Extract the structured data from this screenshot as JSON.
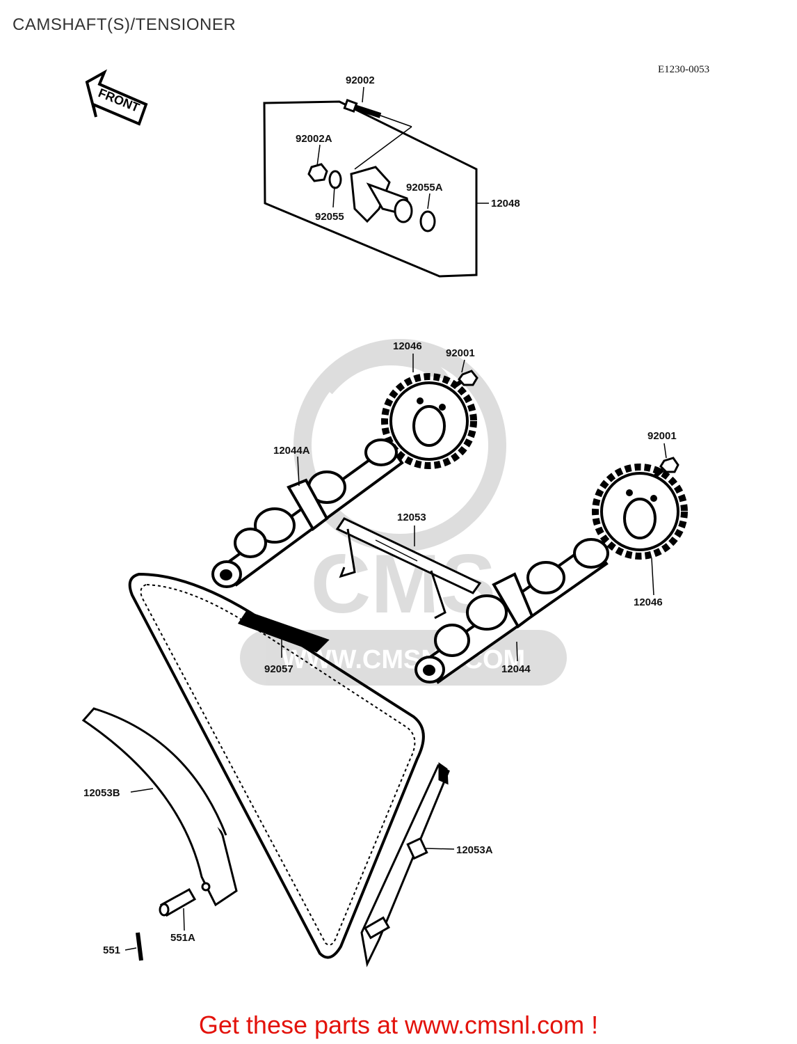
{
  "title": "CAMSHAFT(S)/TENSIONER",
  "diagram_code": "E1230-0053",
  "front_label": "FRONT",
  "watermark": {
    "text": "CMS",
    "url_text": "WWW.CMSNL.COM"
  },
  "parts": {
    "p92002": "92002",
    "p92002A": "92002A",
    "p92055": "92055",
    "p92055A": "92055A",
    "p12048": "12048",
    "p12046_top": "12046",
    "p92001_top": "92001",
    "p92001_right": "92001",
    "p12044A": "12044A",
    "p12053": "12053",
    "p12046_bottom": "12046",
    "p92057": "92057",
    "p12044": "12044",
    "p12053B": "12053B",
    "p12053A": "12053A",
    "p551A": "551A",
    "p551": "551"
  },
  "footer": "Get these parts at www.cmsnl.com !"
}
